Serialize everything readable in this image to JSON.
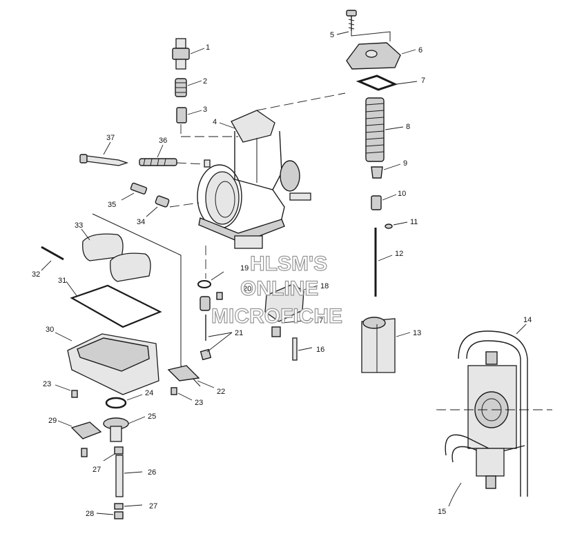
{
  "watermark": {
    "line1": "HLSM'S",
    "line2": "ONLINE",
    "line3": "MICROFICHE"
  },
  "callouts": {
    "c1": "1",
    "c2": "2",
    "c3": "3",
    "c4": "4",
    "c5": "5",
    "c6": "6",
    "c7": "7",
    "c8": "8",
    "c9": "9",
    "c10": "10",
    "c11": "11",
    "c12": "12",
    "c13": "13",
    "c14": "14",
    "c15": "15",
    "c16": "16",
    "c17": "17",
    "c18": "18",
    "c19": "19",
    "c20": "20",
    "c21": "21",
    "c22": "22",
    "c23a": "23",
    "c23b": "23",
    "c24": "24",
    "c25": "25",
    "c26": "26",
    "c27a": "27",
    "c27b": "27",
    "c28": "28",
    "c29": "29",
    "c30": "30",
    "c31": "31",
    "c32": "32",
    "c33": "33",
    "c34": "34",
    "c35": "35",
    "c36": "36",
    "c37": "37"
  }
}
